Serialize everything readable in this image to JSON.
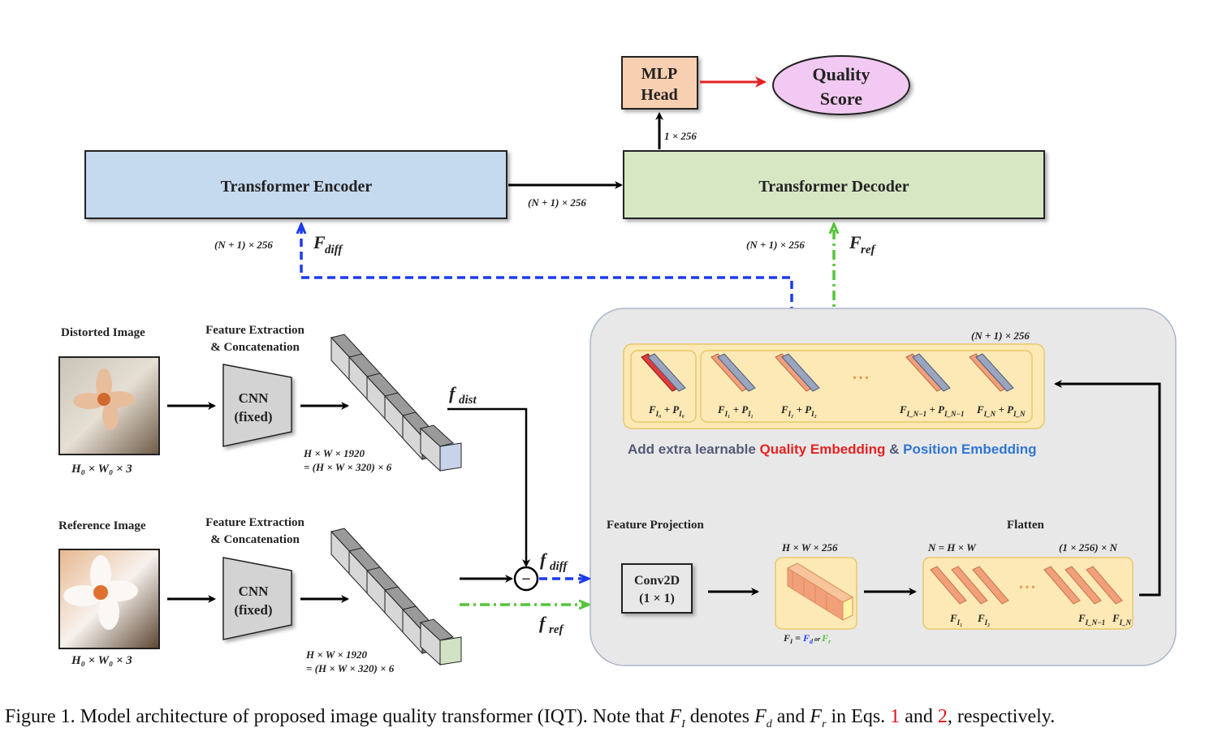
{
  "colors": {
    "encoder_fill": "#c5d9ef",
    "decoder_fill": "#d7e7c4",
    "mlp_fill": "#f8cfb0",
    "quality_fill": "#f2c9f2",
    "panel_fill": "#e8e8e8",
    "embed_fill": "#fde9b5",
    "blue_dash": "#1d3bf0",
    "green_dash": "#55c43b",
    "red_arrow": "#e32222"
  },
  "top": {
    "mlp_head": "MLP\nHead",
    "mlp_line1": "MLP",
    "mlp_line2": "Head",
    "quality_line1": "Quality",
    "quality_line2": "Score",
    "dim_1x256": "1 × 256",
    "encoder": "Transformer  Encoder",
    "decoder": "Transformer  Decoder",
    "enc_to_dec_dim": "(N + 1) × 256",
    "enc_in_dim": "(N + 1) × 256",
    "dec_in_dim": "(N + 1) × 256",
    "f_diff": "F",
    "f_diff_sub": "diff",
    "f_ref": "F",
    "f_ref_sub": "ref"
  },
  "left": {
    "distorted_title": "Distorted Image",
    "reference_title": "Reference Image",
    "input_dim": "H₀ × W₀ × 3",
    "feat_ext_line1": "Feature Extraction",
    "feat_ext_line2": "& Concatenation",
    "cnn_line1": "CNN",
    "cnn_line2": "(fixed)",
    "feat_dim_line1": "H × W × 1920",
    "feat_dim_line2": "=  (H × W × 320) × 6",
    "f_dist": "f",
    "f_dist_sub": "dist",
    "f_diff": "f",
    "f_diff_sub": "diff",
    "f_ref": "f",
    "f_ref_sub": "ref",
    "minus": "−"
  },
  "panel": {
    "embed_dim": "(N + 1) × 256",
    "tokens": [
      "F",
      "F",
      "F",
      "F",
      "F"
    ],
    "token_labels": [
      "F_I0 + P_I0",
      "F_I1 + P_I1",
      "F_I2 + P_I2",
      "F_IN-1 + P_IN-1",
      "F_IN + P_IN"
    ],
    "ellipsis": "• • •",
    "embed_text_1": "Add extra learnable ",
    "embed_text_2": "Quality Embedding",
    "embed_text_3": " & ",
    "embed_text_4": "Position Embedding",
    "feat_proj": "Feature Projection",
    "conv_line1": "Conv2D",
    "conv_line2": "(1 × 1)",
    "proj_dim": "H × W × 256",
    "fi_label": "F",
    "flatten": "Flatten",
    "n_def": "N = H × W",
    "flat_dim": "(1 × 256) × N",
    "flat_labels": [
      "F_I1",
      "F_I2",
      "F_IN-1",
      "F_IN"
    ]
  },
  "caption": {
    "prefix": "Figure 1. Model architecture of proposed image quality transformer (IQT). Note that ",
    "mid1": " denotes ",
    "mid2": " and ",
    "mid3": " in Eqs. ",
    "ref1": "1",
    "and": " and ",
    "ref2": "2",
    "suffix": ", respectively."
  }
}
